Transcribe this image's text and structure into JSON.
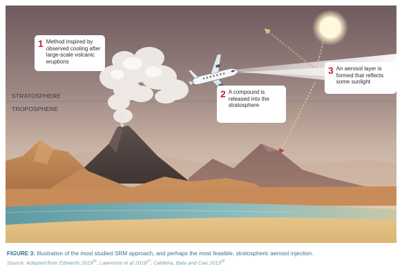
{
  "layers": {
    "stratosphere": "STRATOSPHERE",
    "troposphere": "TROPOSPHERE"
  },
  "callouts": [
    {
      "number": "1",
      "text": "Method inspired by observed cooling after large-scale volcanic eruptions"
    },
    {
      "number": "2",
      "text": "A compound is released into the stratosphere"
    },
    {
      "number": "3",
      "text": "An aerosol layer is formed that reflects some sunlight"
    }
  ],
  "caption": {
    "figure_label": "FIGURE 3:",
    "text": " Illustration of the most studied SRM approach, and perhaps the most feasible, stratospheric aerosol injection."
  },
  "source": {
    "prefix": "Source: Adapted from Edwards 2019",
    "ref1": "26",
    "mid1": "; Lawrence et al 2018",
    "ref2": "27",
    "mid2": "; Caldeira, Bala and Cao 2013",
    "ref3": "28",
    "suffix": "."
  },
  "colors": {
    "sky_top": "#6e5a5d",
    "sky_mid": "#b9a39a",
    "sky_low": "#e6cdb4",
    "sun": "#fff8df",
    "arrow_reflect": "#d8d08a",
    "arrow_down": "#b0484a",
    "callout_number": "#c0262d",
    "caption": "#3a6f8c"
  }
}
